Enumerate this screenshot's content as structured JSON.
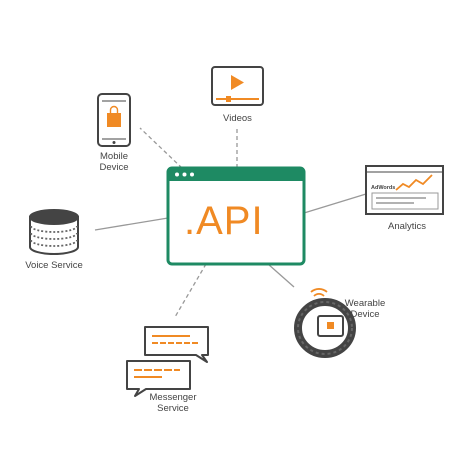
{
  "api": {
    "label": ".API"
  },
  "nodes": {
    "videos": {
      "label": "Videos"
    },
    "mobile": {
      "line1": "Mobile",
      "line2": "Device"
    },
    "analytics": {
      "label": "Analytics",
      "chart_word": "AdWords"
    },
    "voice": {
      "label": "Voice Service"
    },
    "wearable": {
      "line1": "Wearable",
      "line2": "Device"
    },
    "messenger": {
      "line1": "Messenger",
      "line2": "Service"
    }
  },
  "colors": {
    "brand_green": "#1e8a63",
    "accent_orange": "#f08a24",
    "outline_gray": "#444444",
    "line_gray": "#999999"
  },
  "icons": {
    "videos": "video-player-icon",
    "mobile": "smartphone-shopping-bag-icon",
    "analytics": "analytics-chart-icon",
    "voice": "smart-speaker-icon",
    "wearable": "smart-wristband-icon",
    "messenger": "chat-bubbles-icon"
  }
}
